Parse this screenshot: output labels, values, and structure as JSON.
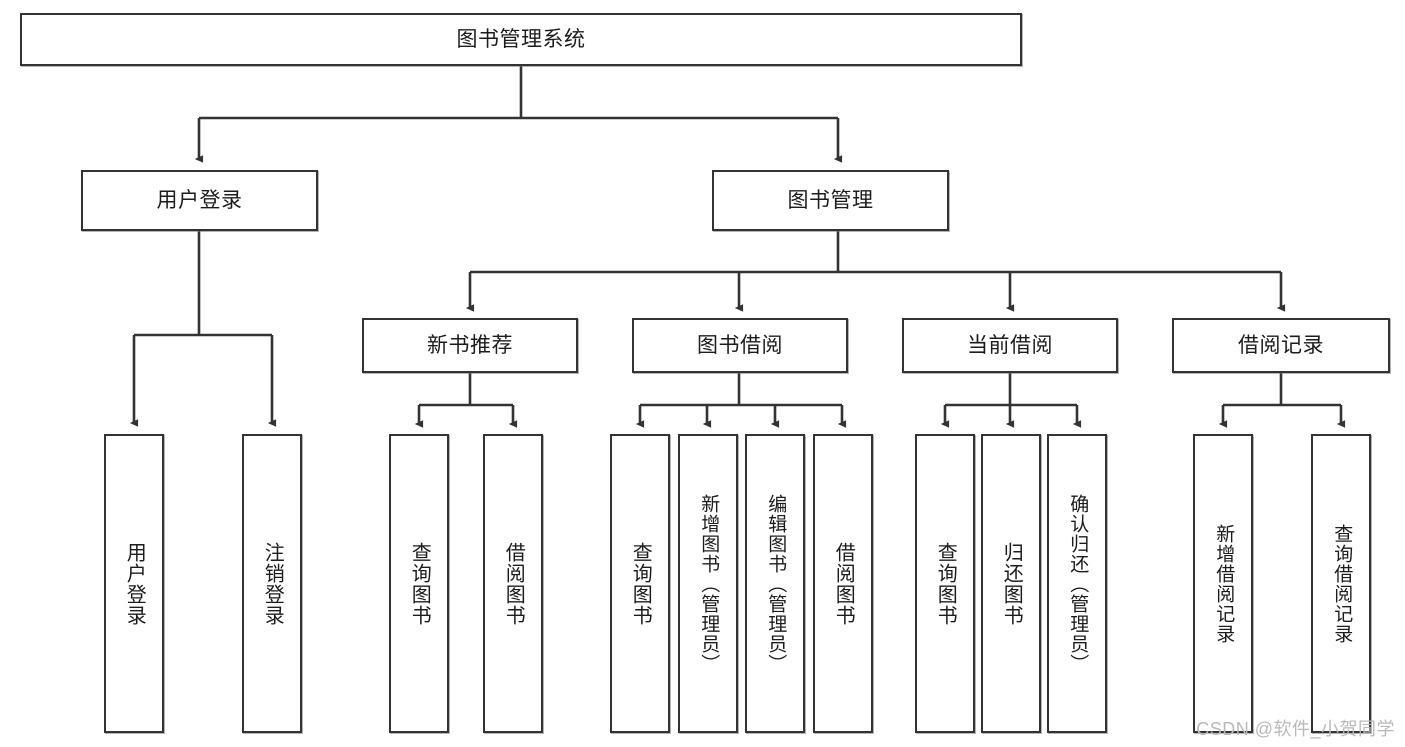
{
  "diagram": {
    "type": "tree-hierarchy-chart",
    "title": "图书管理系统",
    "watermark": "CSDN @软件_小贺同学",
    "root": {
      "id": "root",
      "label": "图书管理系统"
    },
    "level1": [
      {
        "id": "user-login",
        "label": "用户登录"
      },
      {
        "id": "book-manage",
        "label": "图书管理"
      }
    ],
    "level2": [
      {
        "id": "new-book-rec",
        "label": "新书推荐",
        "parent": "book-manage"
      },
      {
        "id": "book-borrow",
        "label": "图书借阅",
        "parent": "book-manage"
      },
      {
        "id": "current-borrow",
        "label": "当前借阅",
        "parent": "book-manage"
      },
      {
        "id": "borrow-record",
        "label": "借阅记录",
        "parent": "book-manage"
      }
    ],
    "leaves": {
      "user-login": [
        {
          "id": "leaf-user-login",
          "label": "用户登录"
        },
        {
          "id": "leaf-logout",
          "label": "注销登录"
        }
      ],
      "new-book-rec": [
        {
          "id": "leaf-query-book-1",
          "label": "查询图书"
        },
        {
          "id": "leaf-borrow-book-1",
          "label": "借阅图书"
        }
      ],
      "book-borrow": [
        {
          "id": "leaf-query-book-2",
          "label": "查询图书"
        },
        {
          "id": "leaf-add-book",
          "label": "新增图书（管理员）"
        },
        {
          "id": "leaf-edit-book",
          "label": "编辑图书（管理员）"
        },
        {
          "id": "leaf-borrow-book-2",
          "label": "借阅图书"
        }
      ],
      "current-borrow": [
        {
          "id": "leaf-query-book-3",
          "label": "查询图书"
        },
        {
          "id": "leaf-return-book",
          "label": "归还图书"
        },
        {
          "id": "leaf-confirm-return",
          "label": "确认归还（管理员）"
        }
      ],
      "borrow-record": [
        {
          "id": "leaf-add-record",
          "label": "新增借阅记录"
        },
        {
          "id": "leaf-query-record",
          "label": "查询借阅记录"
        }
      ]
    },
    "colors": {
      "stroke": "#333333",
      "fill": "#ffffff",
      "text": "#1c1c1c",
      "watermark": "#b9b9b9",
      "background": "#ffffff"
    }
  }
}
